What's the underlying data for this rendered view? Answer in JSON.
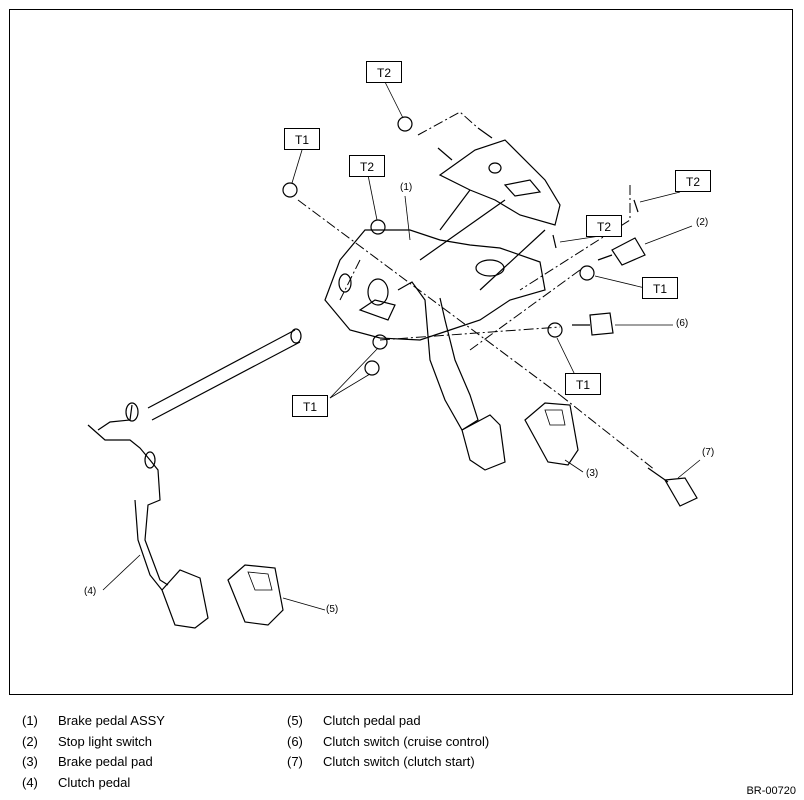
{
  "figure": {
    "id_label": "BR-00720",
    "torque_labels": [
      "T2",
      "T1",
      "T2",
      "T2",
      "T2",
      "T1",
      "T1",
      "T1"
    ],
    "callouts": [
      "(1)",
      "(2)",
      "(6)",
      "(7)",
      "(3)",
      "(4)",
      "(5)"
    ]
  },
  "legend": [
    {
      "num": "(1)",
      "text": "Brake pedal ASSY"
    },
    {
      "num": "(2)",
      "text": "Stop light switch"
    },
    {
      "num": "(3)",
      "text": "Brake pedal pad"
    },
    {
      "num": "(4)",
      "text": "Clutch pedal"
    },
    {
      "num": "(5)",
      "text": "Clutch pedal pad"
    },
    {
      "num": "(6)",
      "text": "Clutch switch (cruise control)"
    },
    {
      "num": "(7)",
      "text": "Clutch switch (clutch start)"
    }
  ]
}
